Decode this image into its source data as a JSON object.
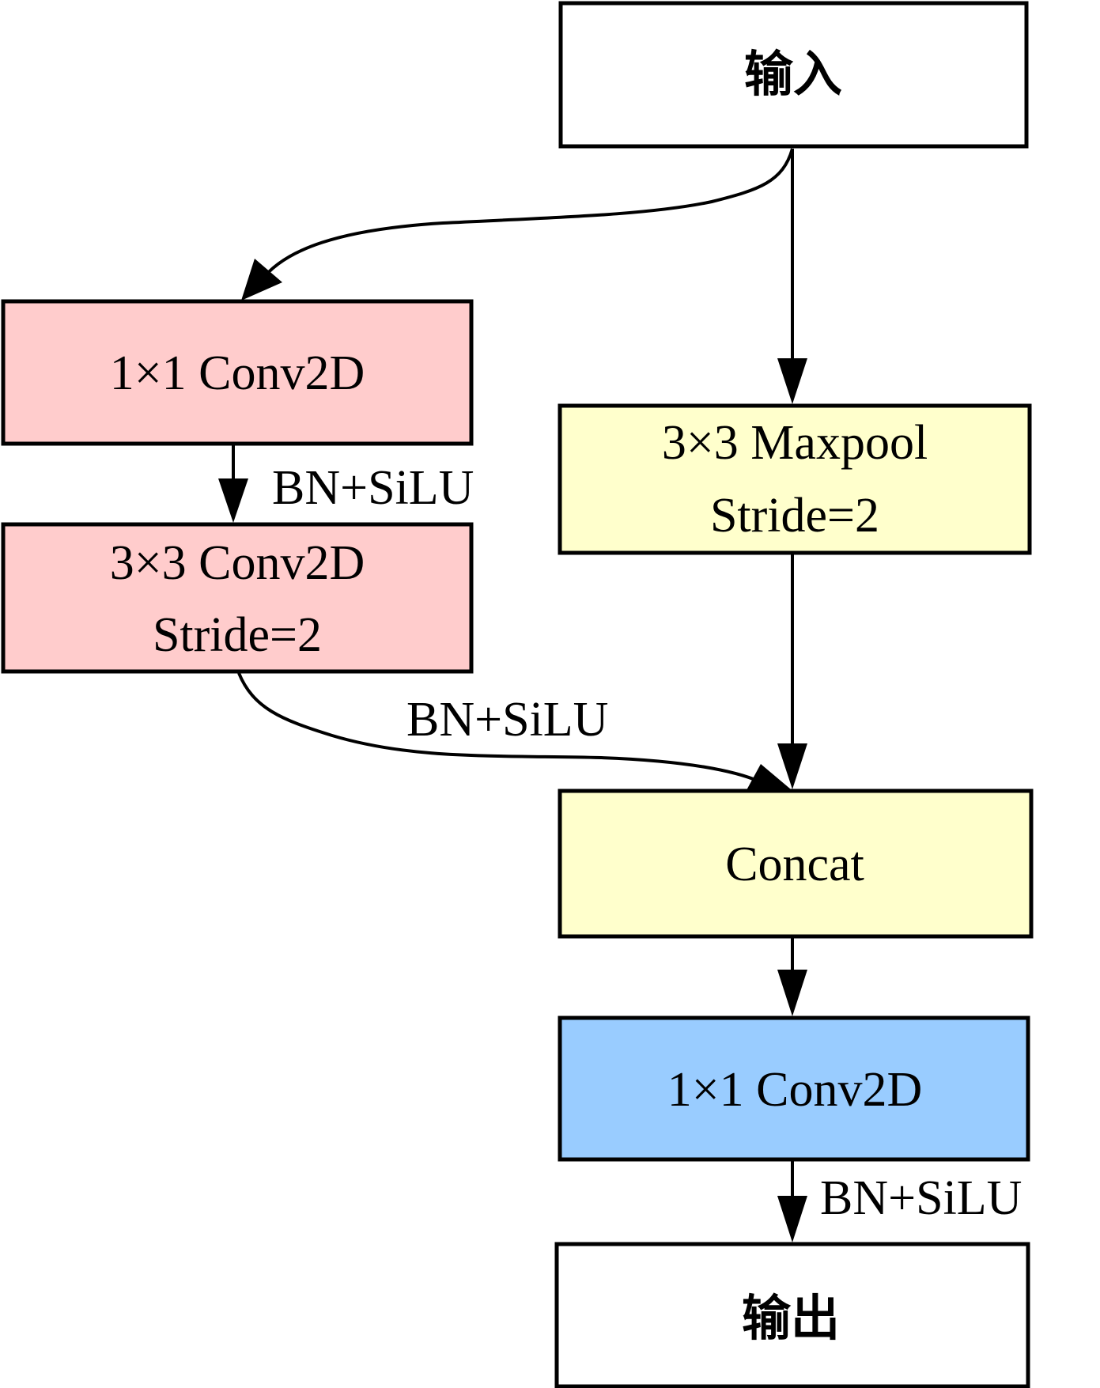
{
  "diagram": {
    "nodes": [
      {
        "id": "input",
        "lines": [
          "输入"
        ],
        "color": "#FFFFFF"
      },
      {
        "id": "conv1x1_left",
        "lines": [
          "1×1 Conv2D"
        ],
        "color": "#FFCCCC"
      },
      {
        "id": "conv3x3_left",
        "lines": [
          "3×3 Conv2D",
          "Stride=2"
        ],
        "color": "#FFCCCC"
      },
      {
        "id": "maxpool",
        "lines": [
          "3×3 Maxpool",
          "Stride=2"
        ],
        "color": "#FFFFCC"
      },
      {
        "id": "concat",
        "lines": [
          "Concat"
        ],
        "color": "#FFFFCC"
      },
      {
        "id": "conv1x1_out",
        "lines": [
          "1×1 Conv2D"
        ],
        "color": "#99CCFF"
      },
      {
        "id": "output",
        "lines": [
          "输出"
        ],
        "color": "#FFFFFF"
      }
    ],
    "edges": [
      {
        "from": "input",
        "to": "conv1x1_left",
        "label": ""
      },
      {
        "from": "input",
        "to": "maxpool",
        "label": ""
      },
      {
        "from": "conv1x1_left",
        "to": "conv3x3_left",
        "label": "BN+SiLU"
      },
      {
        "from": "conv3x3_left",
        "to": "concat",
        "label": "BN+SiLU"
      },
      {
        "from": "maxpool",
        "to": "concat",
        "label": ""
      },
      {
        "from": "concat",
        "to": "conv1x1_out",
        "label": ""
      },
      {
        "from": "conv1x1_out",
        "to": "output",
        "label": "BN+SiLU"
      }
    ]
  }
}
